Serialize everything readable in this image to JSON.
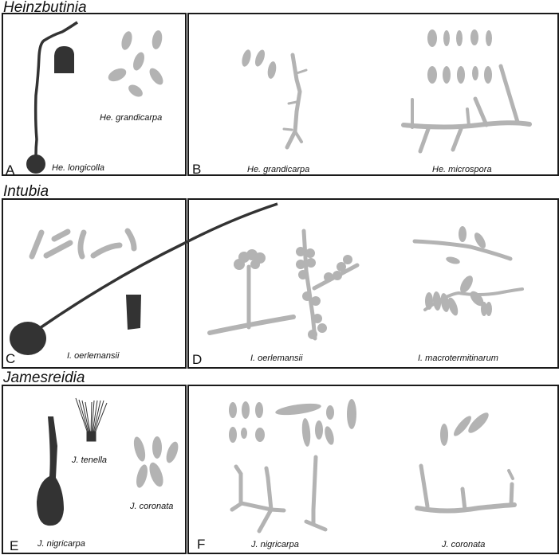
{
  "figure": {
    "rows": [
      {
        "genus": "Heinzbutinia",
        "panels": [
          {
            "letter": "A",
            "species": [
              "He. longicolla",
              "He. grandicarpa"
            ]
          },
          {
            "letter": "B",
            "species": [
              "He. grandicarpa",
              "He. microspora"
            ]
          }
        ]
      },
      {
        "genus": "Intubia",
        "panels": [
          {
            "letter": "C",
            "species": [
              "I. oerlemansii"
            ]
          },
          {
            "letter": "D",
            "species": [
              "I. oerlemansii",
              "I. macrotermitinarum"
            ]
          }
        ]
      },
      {
        "genus": "Jamesreidia",
        "panels": [
          {
            "letter": "E",
            "species": [
              "J. tenella",
              "J. coronata",
              "J. nigricarpa"
            ]
          },
          {
            "letter": "F",
            "species": [
              "J. nigricarpa",
              "J. coronata"
            ]
          }
        ]
      }
    ],
    "colors": {
      "ascoma": "#333333",
      "hyphae_spores": "#b3b3b3",
      "border": "#1a1a1a"
    }
  }
}
